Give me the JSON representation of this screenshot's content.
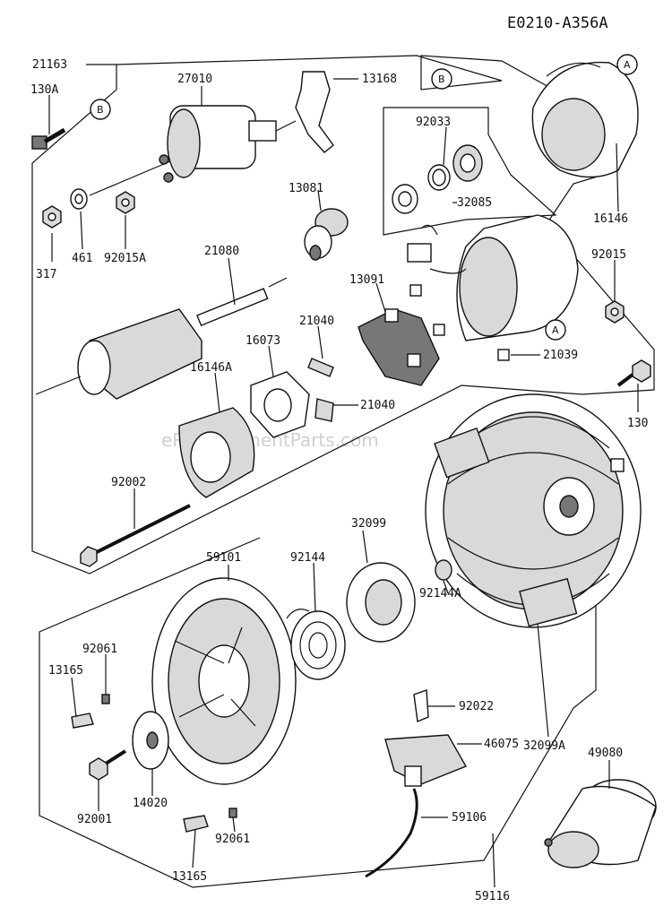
{
  "diagram_code": "E0210-A356A",
  "watermark": "eReplacementParts.com",
  "ref_markers": {
    "a": "A",
    "b": "B"
  },
  "parts": {
    "p21163": "21163",
    "p130A": "130A",
    "p27010": "27010",
    "p13168": "13168",
    "p92033": "92033",
    "p32085": "32085",
    "p16146": "16146",
    "p13081": "13081",
    "p317": "317",
    "p461": "461",
    "p92015A": "92015A",
    "p21080": "21080",
    "p13091": "13091",
    "p92015": "92015",
    "p21040a": "21040",
    "p16073": "16073",
    "p16146A": "16146A",
    "p21040b": "21040",
    "p21039": "21039",
    "p130": "130",
    "p92002": "92002",
    "p32099": "32099",
    "p59101": "59101",
    "p92144": "92144",
    "p92144A": "92144A",
    "p92061a": "92061",
    "p13165a": "13165",
    "p92022": "92022",
    "p32099A": "32099A",
    "p46075": "46075",
    "p49080": "49080",
    "p92001": "92001",
    "p14020": "14020",
    "p59106": "59106",
    "p92061b": "92061",
    "p13165b": "13165",
    "p59116": "59116"
  }
}
